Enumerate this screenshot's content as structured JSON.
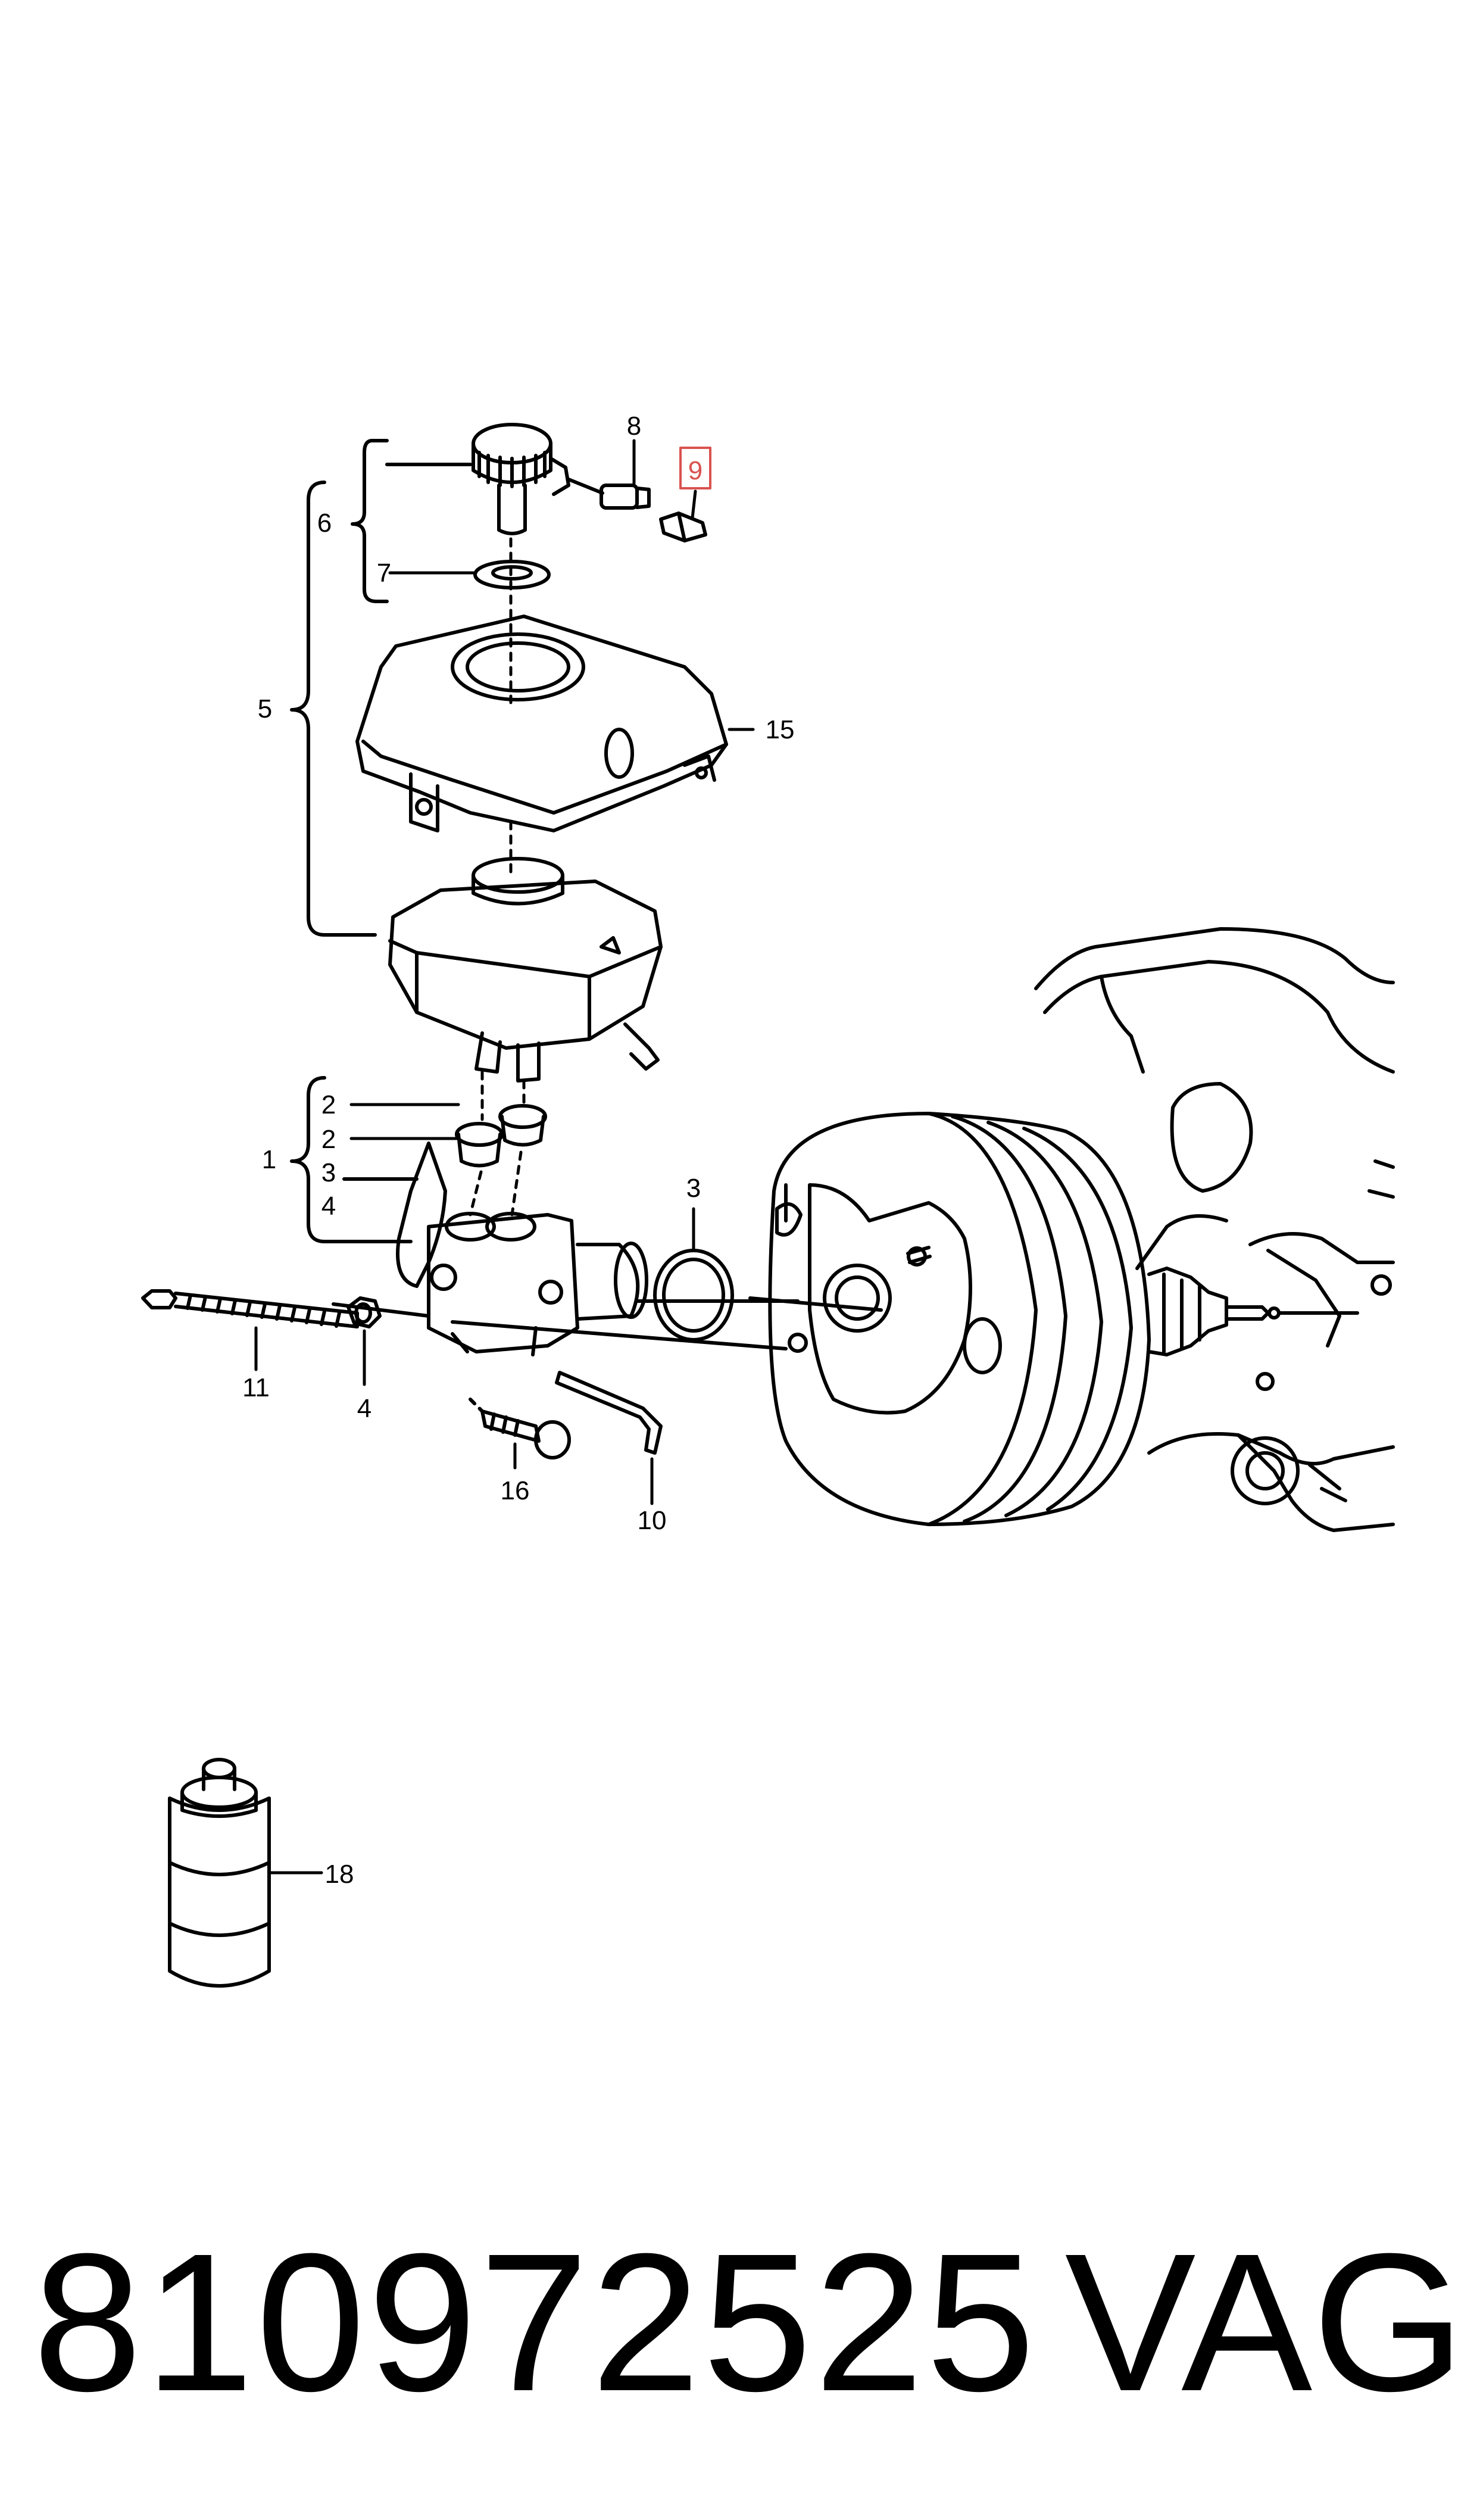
{
  "callouts": [
    "1",
    "2",
    "2",
    "3",
    "4",
    "3",
    "4",
    "5",
    "6",
    "7",
    "8",
    "9",
    "10",
    "11",
    "15",
    "16",
    "18"
  ],
  "highlighted_callout": "9",
  "highlight_color": "#d9534f",
  "part_number": "810972525",
  "brand": "VAG"
}
